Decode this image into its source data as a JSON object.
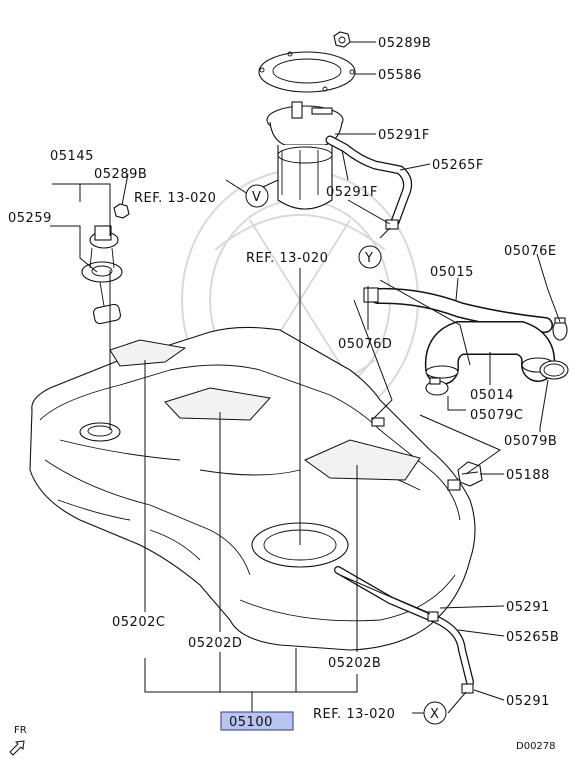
{
  "labels": {
    "p05289B_top": "05289B",
    "p05586": "05586",
    "p05291F_top": "05291F",
    "p05265F": "05265F",
    "p05145": "05145",
    "p05289B_left": "05289B",
    "ref_v": "REF. 13-020",
    "p05259": "05259",
    "p05291F_mid": "05291F",
    "ref_y": "REF. 13-020",
    "p05076E": "05076E",
    "p05015": "05015",
    "p05076D": "05076D",
    "p05014": "05014",
    "p05079C": "05079C",
    "p05079B": "05079B",
    "p05188": "05188",
    "p05291_r1": "05291",
    "p05265B": "05265B",
    "p05202C": "05202C",
    "p05202D": "05202D",
    "p05202B": "05202B",
    "p05291_r2": "05291",
    "p05100": "05100",
    "ref_x": "REF. 13-020",
    "circle_v": "V",
    "circle_y": "Y",
    "circle_x": "X",
    "fr": "FR",
    "diagram_code": "D00278"
  },
  "highlight_color": "#b9c4f0"
}
